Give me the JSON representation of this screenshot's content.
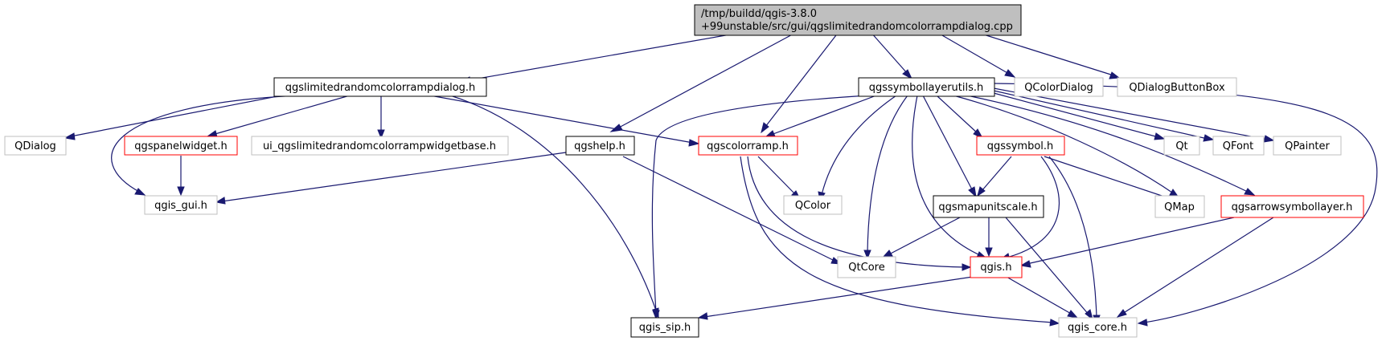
{
  "graph": {
    "colors": {
      "edge": "#191970",
      "root_fill": "#bfbfbf",
      "black_border": "#000000",
      "red_border": "#ff0000",
      "gray_border": "#bfbfbf"
    },
    "nodes": {
      "root": {
        "line1": "/tmp/buildd/qgis-3.8.0",
        "line2": "+99unstable/src/gui/qgslimitedrandomcolorrampdialog.cpp",
        "style": "root"
      },
      "dialog_h": {
        "label": "qgslimitedrandomcolorrampdialog.h",
        "style": "black"
      },
      "symbollayerutils_h": {
        "label": "qgssymbollayerutils.h",
        "style": "black"
      },
      "qcolordialog": {
        "label": "QColorDialog",
        "style": "gray"
      },
      "qdialogbuttonbox": {
        "label": "QDialogButtonBox",
        "style": "gray"
      },
      "qdialog": {
        "label": "QDialog",
        "style": "gray"
      },
      "panelwidget_h": {
        "label": "qgspanelwidget.h",
        "style": "red"
      },
      "ui_base_h": {
        "label": "ui_qgslimitedrandomcolorrampwidgetbase.h",
        "style": "gray"
      },
      "qgshelp_h": {
        "label": "qgshelp.h",
        "style": "black"
      },
      "colorramp_h": {
        "label": "qgscolorramp.h",
        "style": "red"
      },
      "qgssymbol_h": {
        "label": "qgssymbol.h",
        "style": "red"
      },
      "qt": {
        "label": "Qt",
        "style": "gray"
      },
      "qfont": {
        "label": "QFont",
        "style": "gray"
      },
      "qpainter": {
        "label": "QPainter",
        "style": "gray"
      },
      "qgis_gui_h": {
        "label": "qgis_gui.h",
        "style": "gray"
      },
      "qcolor": {
        "label": "QColor",
        "style": "gray"
      },
      "mapunitscale_h": {
        "label": "qgsmapunitscale.h",
        "style": "black"
      },
      "qmap": {
        "label": "QMap",
        "style": "gray"
      },
      "arrowsymbollayer_h": {
        "label": "qgsarrowsymbollayer.h",
        "style": "red"
      },
      "qtcore": {
        "label": "QtCore",
        "style": "gray"
      },
      "qgis_h": {
        "label": "qgis.h",
        "style": "red"
      },
      "qgis_sip_h": {
        "label": "qgis_sip.h",
        "style": "black"
      },
      "qgis_core_h": {
        "label": "qgis_core.h",
        "style": "gray"
      }
    }
  }
}
